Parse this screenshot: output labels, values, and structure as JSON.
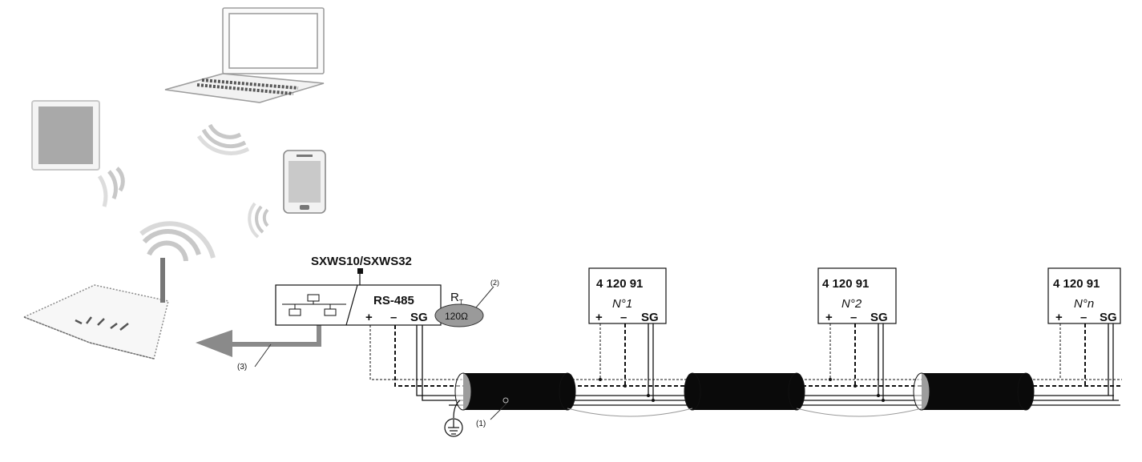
{
  "gateway": {
    "model_label": "SXWS10/SXWS32",
    "bus_label": "RS-485",
    "terminal_plus": "+",
    "terminal_minus": "–",
    "terminal_sg": "SG"
  },
  "terminator": {
    "label_main": "R",
    "label_sub": "T",
    "value": "120Ω",
    "callout": "(2)"
  },
  "cable": {
    "callout": "(1)"
  },
  "uplink": {
    "callout": "(3)"
  },
  "devices": [
    {
      "code": "4 120 91",
      "number": "N°1",
      "plus": "+",
      "minus": "–",
      "sg": "SG"
    },
    {
      "code": "4 120 91",
      "number": "N°2",
      "plus": "+",
      "minus": "–",
      "sg": "SG"
    },
    {
      "code": "4 120 91",
      "number": "N°n",
      "plus": "+",
      "minus": "–",
      "sg": "SG"
    }
  ],
  "colors": {
    "line": "#111111",
    "cable_jacket": "#0a0a0a",
    "terminator_fill": "#9a9a9a",
    "arrow": "#8a8a8a",
    "device_icons": "#bdbdbd"
  },
  "icons": [
    "laptop-icon",
    "tablet-icon",
    "smartphone-icon",
    "wifi-router-icon",
    "wifi-signal-icon",
    "ground-icon"
  ]
}
